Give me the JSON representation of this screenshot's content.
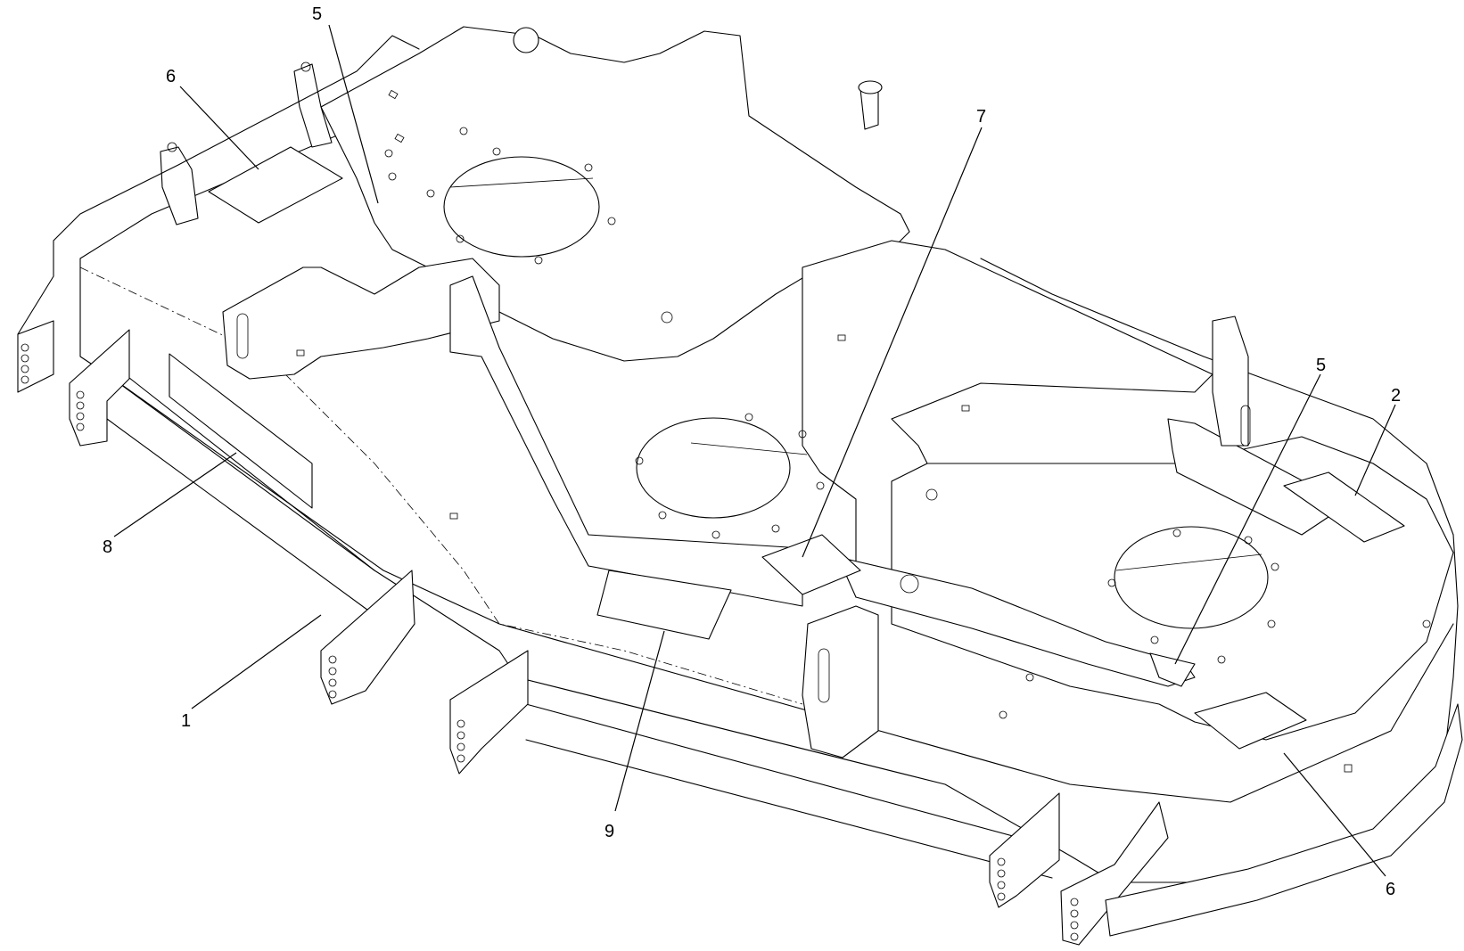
{
  "callouts": [
    {
      "label": "5"
    },
    {
      "label": "6"
    },
    {
      "label": "7"
    },
    {
      "label": "5"
    },
    {
      "label": "2"
    },
    {
      "label": "8"
    },
    {
      "label": "1"
    },
    {
      "label": "9"
    },
    {
      "label": "6"
    }
  ]
}
